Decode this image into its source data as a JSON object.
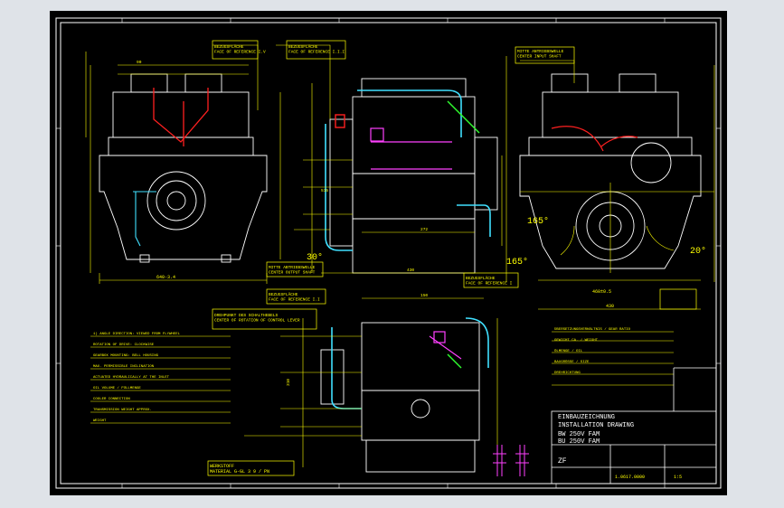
{
  "view": {
    "background": "#dfe3e8",
    "sheet_color": "#000000",
    "colors": {
      "frame": "#ffffff",
      "outline": "#ffffff",
      "dimension": "#ffff00",
      "center": "#ff2020",
      "pipe": "#40e0ff",
      "internal": "#ff40ff",
      "green": "#30ff30",
      "blue": "#4060ff"
    }
  },
  "labels": {
    "face_ref_4": "BEZUGSFLÄCHE\nFACE OF REFERENCE I.V",
    "face_ref_3": "BEZUGSFLÄCHE\nFACE OF REFERENCE I.I.I",
    "input_shaft": "MITTE ANTRIEBSWELLE\nCENTER INPUT SHAFT",
    "face_ref_1": "BEZUGSFLÄCHE\nFACE OF REFERENCE I",
    "output_shaft": "MITTE ABTRIEBSWELLE\nCENTER OUTPUT SHAFT",
    "face_ref_2": "BEZUGSFLÄCHE\nFACE OF REFERENCE I.I",
    "control_lever": "DREHPUNKT DES SCHALTHEBELS\nCENTER OF ROTATION OF CONTROL LEVER",
    "material": "WERKSTOFF\nMATERIAL G-GL 3 9 / PN",
    "title_de": "EINBAUZEICHNUNG",
    "title_en": "INSTALLATION DRAWING",
    "model_1": "BW 250V FAM",
    "model_2": "BU 250V FAM"
  },
  "dimensions": {
    "d_640": "640-3.4",
    "d_460": "460±0.5",
    "d_430": "430",
    "d_165": "165°",
    "d_30": "30°",
    "d_20": "20°",
    "d_1655": "165°",
    "d_310": "310",
    "d_150": "150",
    "d_272": "272",
    "d_515": "515",
    "d_430b": "430",
    "d_90": "90"
  },
  "notes_left": [
    "1) ANGLE DIRECTION: VIEWED FROM FLYWHEEL",
    "ROTATION OF DRIVE: CLOCKWISE",
    "GEARBOX MOUNTING: BELL HOUSING",
    "MAX. PERMISSIBLE INCLINATION",
    "ACTUATED HYDRAULICALLY AT THE INLET",
    "OIL VOLUME / FÜLLMENGE",
    "COOLER CONNECTION",
    "TRANSMISSION WEIGHT APPROX.",
    "WEIGHT"
  ],
  "notes_right": [
    "ÜBERSETZUNGSVERHÄLTNIS / GEAR RATIO",
    "GEWICHT CA. / WEIGHT",
    "ÖLMENGE / OIL",
    "BAUGRÖSSE / SIZE",
    "DREHRICHTUNG"
  ],
  "title_block": {
    "drawing_no": "1.0617.0000",
    "scale": "1:5",
    "company": "ZF"
  }
}
